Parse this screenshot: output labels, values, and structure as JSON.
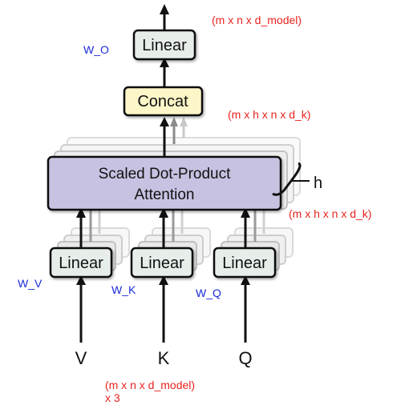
{
  "boxes": {
    "linear_out": "Linear",
    "concat": "Concat",
    "attention_line1": "Scaled Dot-Product",
    "attention_line2": "Attention",
    "linear_v": "Linear",
    "linear_k": "Linear",
    "linear_q": "Linear"
  },
  "inputs": {
    "v": "V",
    "k": "K",
    "q": "Q"
  },
  "head_count_label": "h",
  "weights": {
    "w_o": "W_O",
    "w_v": "W_V",
    "w_k": "W_K",
    "w_q": "W_Q"
  },
  "shapes": {
    "output": "(m x n x d_model)",
    "concat": "(m x h x n x d_k)",
    "attention": "(m x h x n x d_k)",
    "input_line1": "(m x n x d_model)",
    "input_line2": "x 3"
  },
  "colors": {
    "linear_fill": "#e7eeea",
    "concat_fill": "#fdf6c8",
    "attention_fill": "#c8c2e2",
    "shape_text": "#e8231e",
    "weight_text": "#1a2bd8",
    "stroke": "#111111"
  }
}
